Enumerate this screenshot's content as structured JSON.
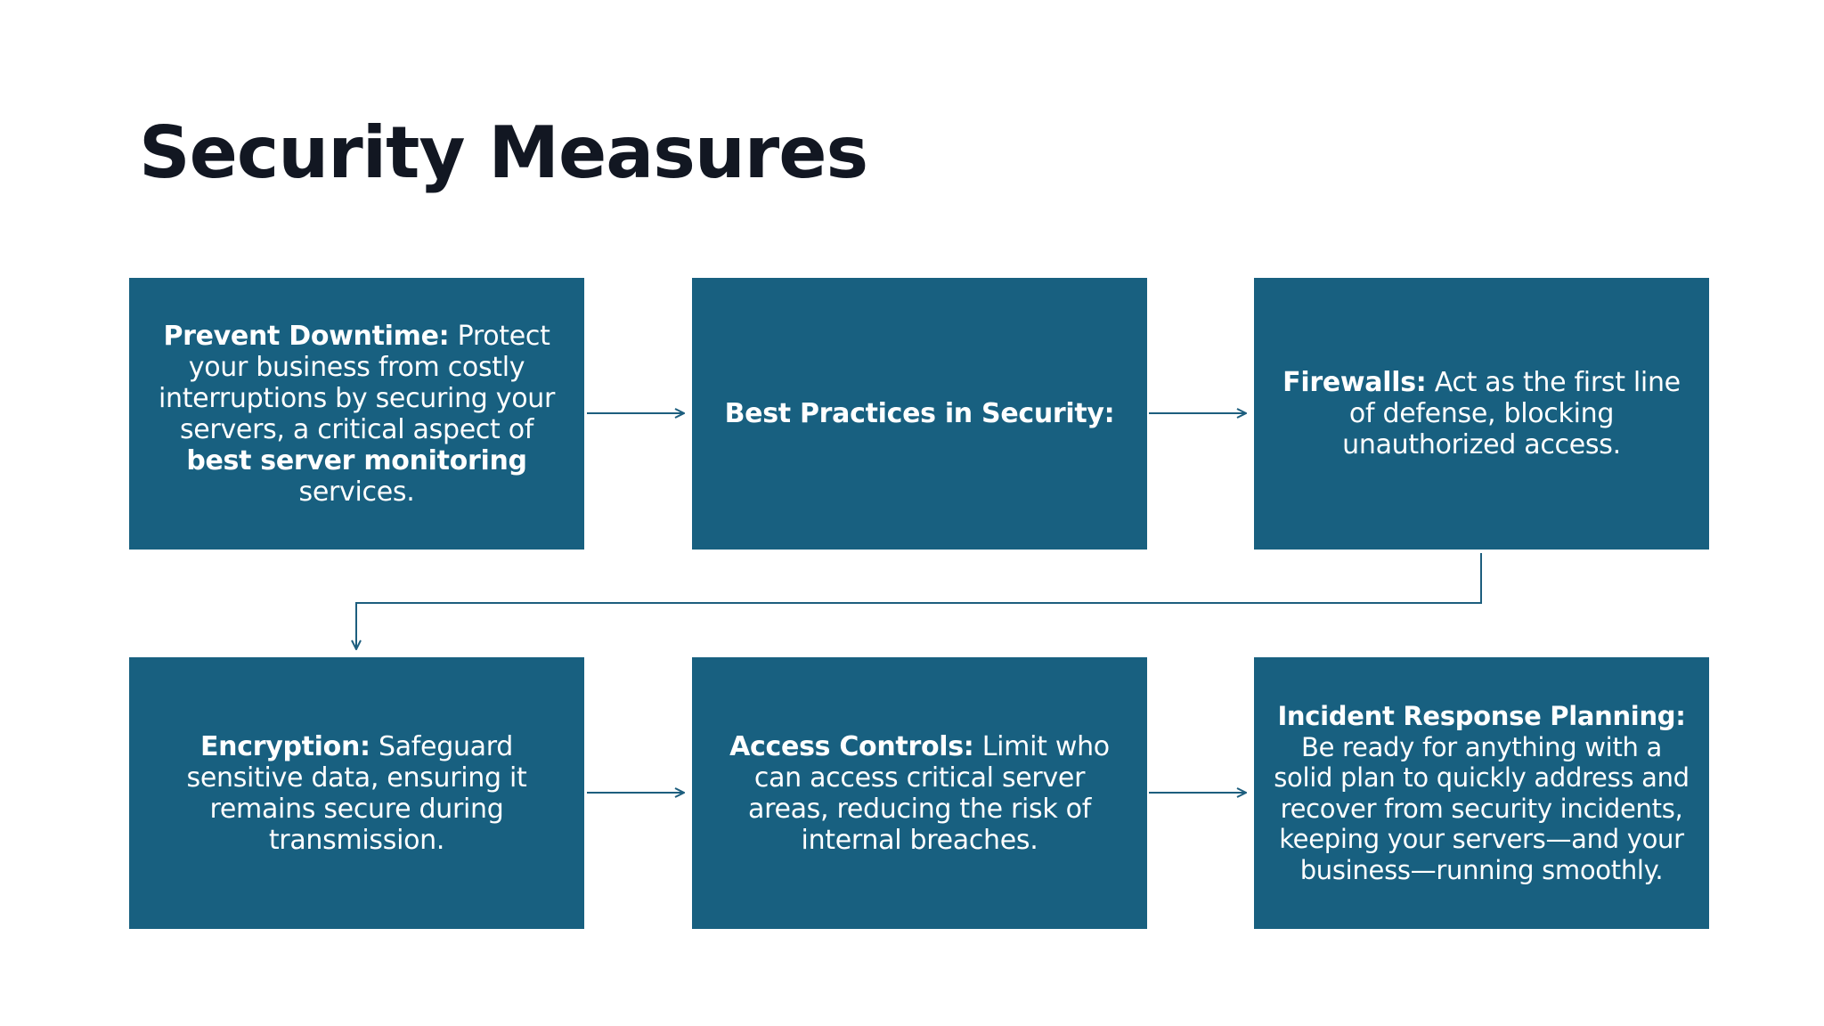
{
  "title": "Security Measures",
  "colors": {
    "box_fill": "#186080",
    "connector": "#1d5e7e",
    "title": "#121722",
    "box_text": "#ffffff"
  },
  "steps": [
    {
      "parts": [
        {
          "text": "Prevent Downtime:",
          "bold": true
        },
        {
          "text": " Protect your business from costly interruptions by securing your servers, a critical aspect of ",
          "bold": false
        },
        {
          "text": "best server monitoring",
          "bold": true
        },
        {
          "text": " services.",
          "bold": false
        }
      ]
    },
    {
      "parts": [
        {
          "text": "Best Practices in Security:",
          "bold": true
        }
      ]
    },
    {
      "parts": [
        {
          "text": "Firewalls:",
          "bold": true
        },
        {
          "text": " Act as the first line of defense, blocking unauthorized access.",
          "bold": false
        }
      ]
    },
    {
      "parts": [
        {
          "text": "Encryption:",
          "bold": true
        },
        {
          "text": " Safeguard sensitive data, ensuring it remains secure during transmission.",
          "bold": false
        }
      ]
    },
    {
      "parts": [
        {
          "text": "Access Controls:",
          "bold": true
        },
        {
          "text": " Limit who can access critical server areas, reducing the risk of internal breaches.",
          "bold": false
        }
      ]
    },
    {
      "parts": [
        {
          "text": "Incident Response Planning:",
          "bold": true
        },
        {
          "text": " Be ready for anything with a solid plan to quickly address and recover from security incidents, keeping your servers—and your business—running smoothly.",
          "bold": false
        }
      ]
    }
  ]
}
